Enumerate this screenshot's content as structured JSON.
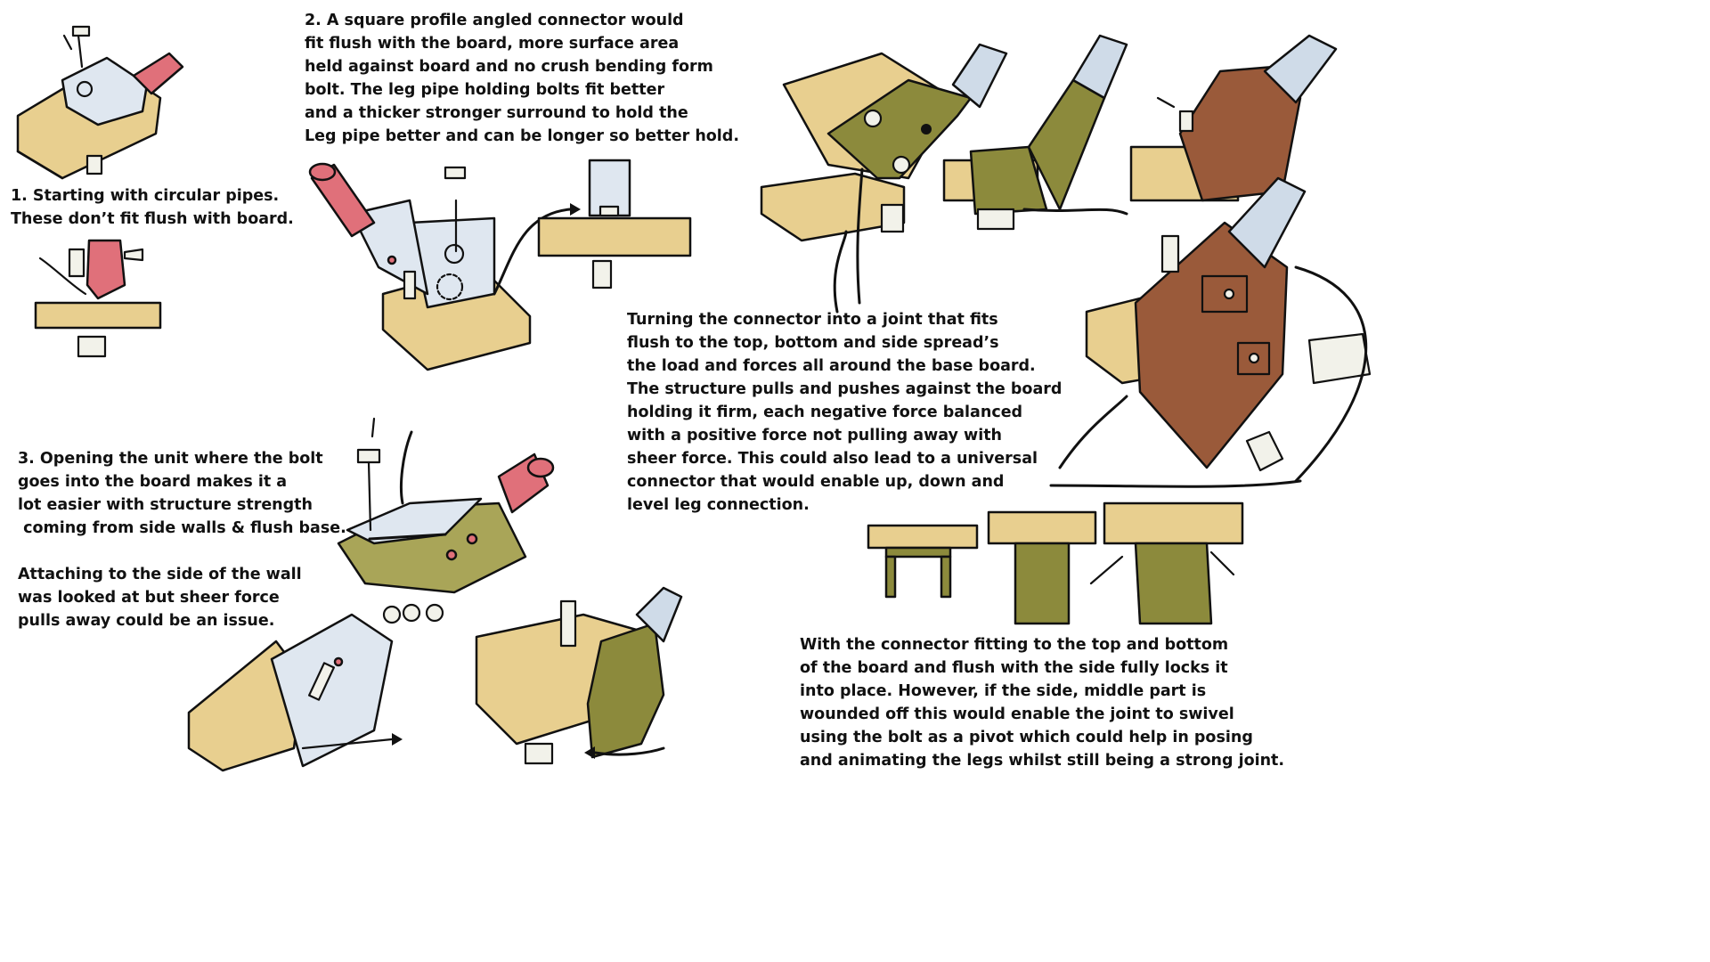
{
  "notes": {
    "step1": "1. Starting with circular pipes.\nThese don’t fit flush with board.",
    "step2": "2. A square profile angled connector would\nfit flush with the board, more surface area\nheld against board and no crush bending form\nbolt. The leg pipe holding bolts fit better\nand a thicker stronger surround to hold the\nLeg pipe better and can be longer so better hold.",
    "step3": "3. Opening the unit where the bolt\ngoes into the board makes it a\nlot easier with structure strength\n coming from side walls & flush base.\n\nAttaching to the side of the wall\nwas looked at but sheer force\npulls away could be an issue.",
    "joint": "Turning the connector into a joint that fits\nflush to the top, bottom and side spread’s\nthe load and forces all around the base board.\nThe structure pulls and pushes against the board\nholding it firm, each negative force balanced\nwith a positive force not pulling away with\nsheer force. This could also lead to a universal\nconnector that would enable up, down and\nlevel leg connection.",
    "swivel": "With the connector fitting to the top and bottom\nof the board and flush with the side fully locks it\ninto place. However, if the side, middle part is\nwounded off this would enable the joint to swivel\nusing the bolt as a pivot which could help in posing\nand animating the legs whilst still being a strong joint."
  },
  "colors": {
    "wood": "#e8cf8f",
    "metal": "#dfe7f0",
    "olive": "#8c8a3c",
    "redbrown": "#9a5a3a",
    "pink": "#e0707a",
    "ink": "#111111"
  },
  "icons": [
    "bolt-icon",
    "arrow-icon",
    "board-icon",
    "pipe-icon"
  ]
}
